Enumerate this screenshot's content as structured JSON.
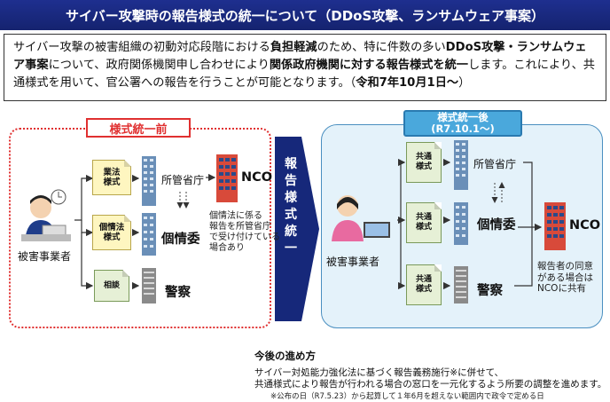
{
  "title": "サイバー攻撃時の報告様式の統一について（DDoS攻撃、ランサムウェア事案）",
  "intro": {
    "p1": "サイバー攻撃の被害組織の初動対応段階における",
    "b1": "負担軽減",
    "p2": "のため、特に件数の多い",
    "b2": "DDoS攻撃・ランサムウェア事案",
    "p3": "について、政府関係機関申し合わせにより",
    "b3": "関係政府機関に対する報告様式を統一",
    "p4": "します。これにより、共通様式を用いて、官公署への報告を行うことが可能となります。（",
    "b4": "令和7年10月1日〜",
    "p5": "）"
  },
  "before": {
    "badge": "様式統一前",
    "victim": "被害事業者",
    "forms": [
      {
        "line1": "業法",
        "line2": "様式"
      },
      {
        "line1": "個情法",
        "line2": "様式"
      },
      {
        "line1": "相談",
        "line2": ""
      }
    ],
    "agency1": "所管省庁",
    "nco": "NCO",
    "agency2": "個情委",
    "agency3": "警察",
    "note": [
      "個情法に係る",
      "報告を所管省庁",
      "で受け付けている",
      "場合あり"
    ]
  },
  "arrow_label": [
    "報",
    "告",
    "様",
    "式",
    "統",
    "一"
  ],
  "after": {
    "badge_line1": "様式統一後",
    "badge_line2": "(R7.10.1〜)",
    "victim": "被害事業者",
    "forms": [
      {
        "line1": "共通",
        "line2": "様式"
      },
      {
        "line1": "共通",
        "line2": "様式"
      },
      {
        "line1": "共通",
        "line2": "様式"
      }
    ],
    "agency1": "所管省庁",
    "agency2": "個情委",
    "agency3": "警察",
    "nco": "NCO",
    "note": [
      "報告者の同意",
      "がある場合は",
      "NCOに共有"
    ]
  },
  "footer": {
    "title": "今後の進め方",
    "line1": "サイバー対処能力強化法に基づく報告義務施行※に併せて、",
    "line2": "共通様式により報告が行われる場合の窓口を一元化するよう所要の調整を進めます。",
    "small": "※公布の日（R7.5.23）から起算して１年6月を超えない範囲内で政令で定める日"
  },
  "colors": {
    "title_bg": "#1e2f8f",
    "before_border": "#e03030",
    "after_bg": "#e4f2fa",
    "after_badge": "#4aa8dc",
    "arrow": "#16287a"
  }
}
